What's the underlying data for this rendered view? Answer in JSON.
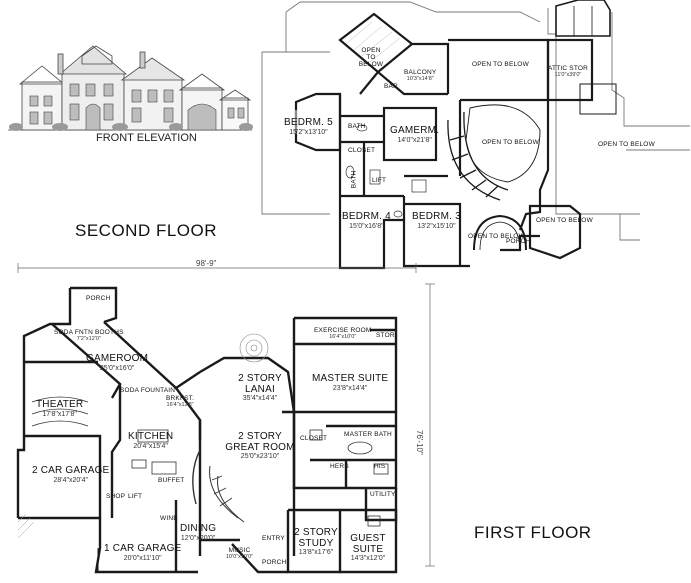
{
  "titles": {
    "second_floor": "SECOND FLOOR",
    "first_floor": "FIRST FLOOR",
    "front_elevation": "FRONT ELEVATION"
  },
  "dimensions": {
    "overall_width": "98'-9\"",
    "overall_depth": "76'-10\""
  },
  "second_floor_rooms": {
    "open_below_1": {
      "name": "OPEN TO BELOW"
    },
    "balcony": {
      "name": "BALCONY",
      "dim": "10'3\"x14'8\""
    },
    "open_below_2": {
      "name": "OPEN TO BELOW"
    },
    "attic_stor": {
      "name": "ATTIC STOR",
      "dim": "11'0\"x39'0\""
    },
    "bar": {
      "name": "BAR"
    },
    "bedrm5": {
      "name": "BEDRM. 5",
      "dim": "15'2\"x13'10\""
    },
    "bath5": {
      "name": "BATH"
    },
    "gamerm": {
      "name": "GAMERM.",
      "dim": "14'0\"x21'8\""
    },
    "closet": {
      "name": "CLOSET"
    },
    "bath_mid": {
      "name": "BATH"
    },
    "lift": {
      "name": "LIFT"
    },
    "open_below_3": {
      "name": "OPEN TO BELOW"
    },
    "open_below_4": {
      "name": "OPEN TO BELOW"
    },
    "bedrm4": {
      "name": "BEDRM. 4",
      "dim": "15'0\"x16'8\""
    },
    "bedrm3": {
      "name": "BEDRM. 3",
      "dim": "13'2\"x15'10\""
    },
    "open_below_5": {
      "name": "OPEN TO BELOW"
    },
    "porch": {
      "name": "PORCH"
    },
    "open_below_6": {
      "name": "OPEN TO BELOW"
    }
  },
  "first_floor_rooms": {
    "porch_top": {
      "name": "PORCH"
    },
    "soda_booths": {
      "name": "SODA FNTN BOOTHS",
      "dim": "7'2\"x12'0\""
    },
    "gameroom": {
      "name": "GAMEROOM",
      "dim": "25'0\"x16'0\""
    },
    "soda_fountain": {
      "name": "SODA FOUNTAIN"
    },
    "theater": {
      "name": "THEATER",
      "dim": "17'8\"x17'8\""
    },
    "brkfst": {
      "name": "BRKFST.",
      "dim": "16'4\"x12'8\""
    },
    "kitchen": {
      "name": "KITCHEN",
      "dim": "20'4\"x15'4\""
    },
    "lanai": {
      "name": "2 STORY LANAI",
      "dim": "35'4\"x14'4\""
    },
    "great_room": {
      "name": "2 STORY GREAT ROOM",
      "dim": "25'0\"x23'10\""
    },
    "exercise": {
      "name": "EXERCISE ROOM",
      "dim": "16'4\"x10'0\""
    },
    "stor": {
      "name": "STOR"
    },
    "master_suite": {
      "name": "MASTER SUITE",
      "dim": "23'8\"x14'4\""
    },
    "closet_his": {
      "name": "CLOSET"
    },
    "master_bath": {
      "name": "MASTER BATH"
    },
    "hers": {
      "name": "HERS"
    },
    "his": {
      "name": "HIS"
    },
    "garage2": {
      "name": "2 CAR GARAGE",
      "dim": "28'4\"x20'4\""
    },
    "buffet": {
      "name": "BUFFET"
    },
    "shop": {
      "name": "SHOP"
    },
    "lift": {
      "name": "LIFT"
    },
    "utility": {
      "name": "UTILITY"
    },
    "wine": {
      "name": "WINE"
    },
    "dining": {
      "name": "DINING",
      "dim": "12'0\"x20'0\""
    },
    "garage1": {
      "name": "1 CAR GARAGE",
      "dim": "20'0\"x11'10\""
    },
    "music": {
      "name": "MUSIC",
      "dim": "10'0\"x10'0\""
    },
    "entry": {
      "name": "ENTRY"
    },
    "porch_front": {
      "name": "PORCH"
    },
    "study": {
      "name": "2 STORY STUDY",
      "dim": "13'8\"x17'6\""
    },
    "guest_suite": {
      "name": "GUEST SUITE",
      "dim": "14'3\"x12'0\""
    }
  },
  "colors": {
    "wall": "#1a1a1a",
    "thin_line": "#555555",
    "roof_outline": "#777777",
    "background": "#ffffff"
  }
}
